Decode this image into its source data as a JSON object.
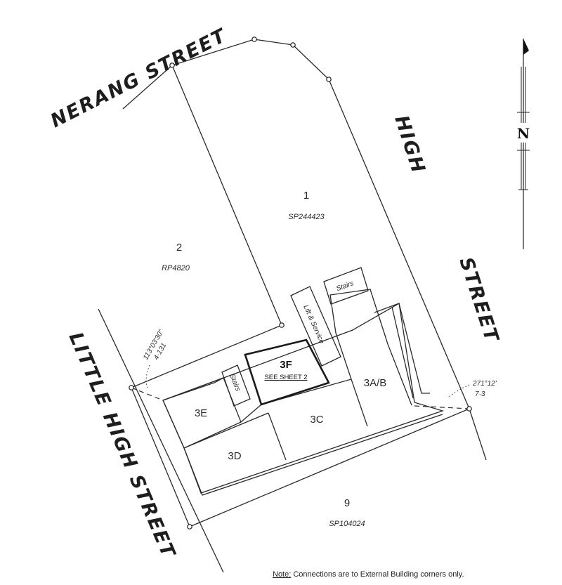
{
  "streets": {
    "nerang": "NERANG STREET",
    "high_top": "HIGH",
    "high_bottom": "STREET",
    "little_high": "LITTLE HIGH STREET"
  },
  "lots": {
    "lot1": {
      "number": "1",
      "plan": "SP244423"
    },
    "lot2": {
      "number": "2",
      "plan": "RP4820"
    },
    "lot9": {
      "number": "9",
      "plan": "SP104024"
    }
  },
  "units": {
    "3f": {
      "label": "3F",
      "ref": "SEE SHEET 2"
    },
    "3e": "3E",
    "3d": "3D",
    "3c": "3C",
    "3ab": "3A/B"
  },
  "features": {
    "stairs_upper": "Stairs",
    "stairs_lower": "Stairs",
    "lift": "Lift & Service"
  },
  "connections": {
    "left": {
      "bearing": "113°03'30\"",
      "distance": "4·131"
    },
    "right": {
      "bearing": "271°12'",
      "distance": "7·3"
    }
  },
  "north": {
    "letter": "N"
  },
  "note": {
    "label": "Note:",
    "text": " Connections are to External Building corners only."
  }
}
